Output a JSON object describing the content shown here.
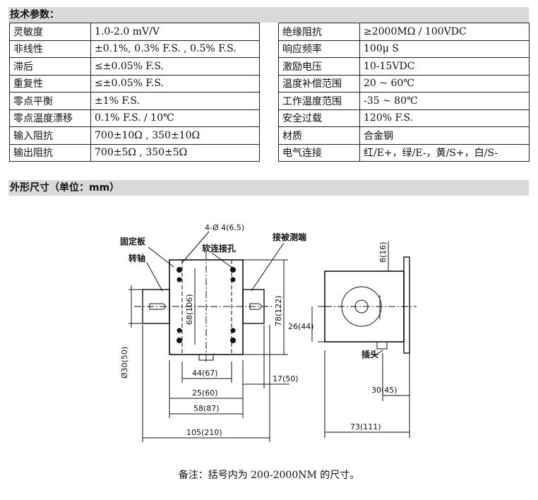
{
  "sections": {
    "specs_title": "技术参数：",
    "dimensions_title": "外形尺寸（单位：mm）"
  },
  "specs_left": [
    {
      "k": "灵敏度",
      "v": "1.0-2.0 mV/V"
    },
    {
      "k": "非线性",
      "v": "±0.1%, 0.3% F.S. , 0.5% F.S."
    },
    {
      "k": "滞后",
      "v": "≤±0.05% F.S."
    },
    {
      "k": "重复性",
      "v": "≤±0.05% F.S."
    },
    {
      "k": "零点平衡",
      "v": "±1% F.S."
    },
    {
      "k": "零点温度漂移",
      "v": "0.1% F.S. / 10℃"
    },
    {
      "k": "输入阻抗",
      "v": "700±10Ω , 350±10Ω"
    },
    {
      "k": "输出阻抗",
      "v": "700±5Ω , 350±5Ω"
    }
  ],
  "specs_right": [
    {
      "k": "绝缘阻抗",
      "v": "≥2000MΩ / 100VDC"
    },
    {
      "k": "响应频率",
      "v": "100μ S"
    },
    {
      "k": "激励电压",
      "v": "10-15VDC"
    },
    {
      "k": "温度补偿范围",
      "v": "20 ~ 60℃"
    },
    {
      "k": "工作温度范围",
      "v": "-35 ~ 80℃"
    },
    {
      "k": "安全过载",
      "v": "120% F.S."
    },
    {
      "k": "材质",
      "v": "合金钢"
    },
    {
      "k": "电气连接",
      "v": "红/E+，绿/E-，黄/S+，白/S-"
    }
  ],
  "diagram": {
    "labels": {
      "fixed_plate": "固定板",
      "shaft": "转轴",
      "holes": "4-Ø 4(6.5)",
      "soft_hole": "软连接孔",
      "sensor_end": "接被测端",
      "plug": "插头"
    },
    "dims": {
      "d68": "68(106)",
      "d78": "78(122)",
      "d8": "8(16)",
      "d26": "26(44)",
      "d30": "Ø30(50)",
      "d44": "44(67)",
      "d25": "25(60)",
      "d17": "17(50)",
      "d58": "58(87)",
      "d105": "105(210)",
      "d30_45": "30(45)",
      "d73": "73(111)"
    }
  },
  "note": "备注：括号内为 200-2000NM 的尺寸。"
}
